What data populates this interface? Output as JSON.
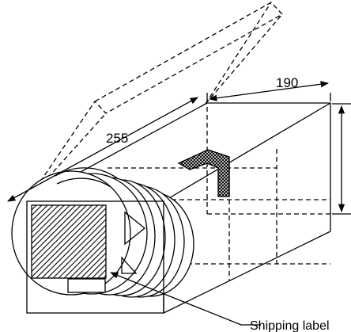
{
  "labels": {
    "depth": "255",
    "width": "190",
    "shipping_label": "Shipping label"
  },
  "colors": {
    "stroke": "#000000",
    "background": "#ffffff"
  }
}
